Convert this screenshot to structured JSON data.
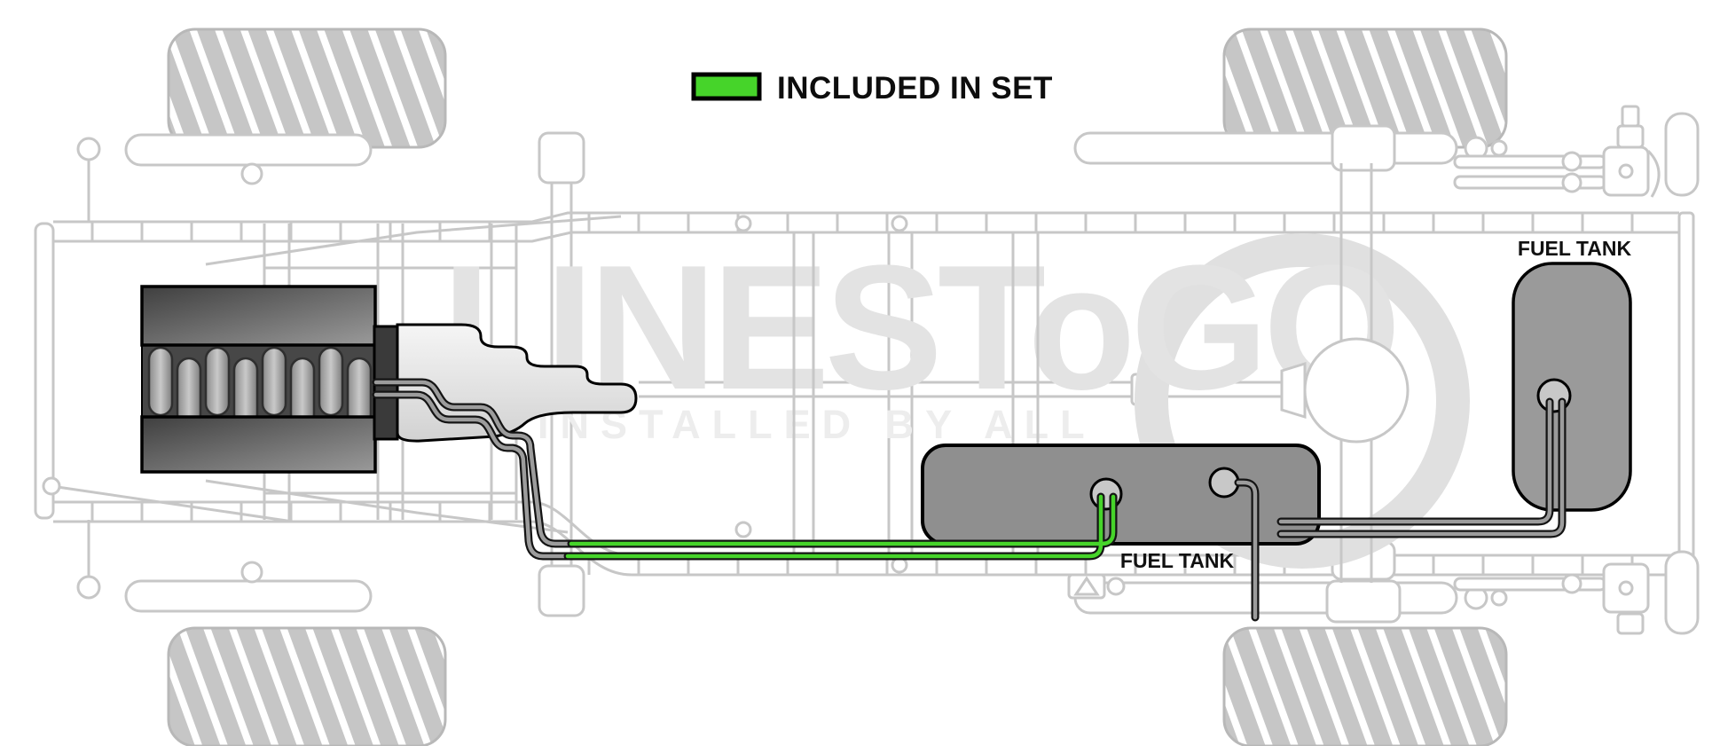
{
  "legend": {
    "label": "INCLUDED IN SET",
    "swatch_color": "#46d42a"
  },
  "watermark": {
    "brand": "LINESToGO",
    "tagline": "INSTALLED BY ALL"
  },
  "labels": {
    "mid_tank": "FUEL TANK",
    "rear_tank": "FUEL TANK"
  },
  "colors": {
    "included_line": "#46d42a",
    "line_core": "#9c9c9c",
    "line_outline": "#141414",
    "chassis": "#c7c7c7",
    "mid_tank_fill": "#8f8f8f",
    "rear_tank_fill": "#9a9a9a",
    "port_fill": "#c8c8c8",
    "watermark_text": "#e3e3e3"
  }
}
